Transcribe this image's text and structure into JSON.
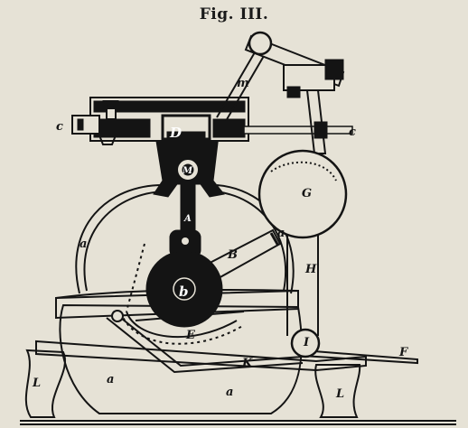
{
  "figure": {
    "title": "Fig. III."
  },
  "labels": {
    "m": "m",
    "c_left": "c",
    "c_right": "c",
    "D": "D",
    "M": "M",
    "A": "A",
    "G": "G",
    "a_left": "a",
    "a_right": "a",
    "B": "B",
    "b": "b",
    "H": "H",
    "E": "E",
    "I": "I",
    "F": "F",
    "K": "K",
    "a_bottom_left": "a",
    "a_bottom_center": "a",
    "L_left": "L",
    "L_right": "L"
  },
  "colors": {
    "background": "#e6e2d6",
    "ink": "#141414"
  }
}
